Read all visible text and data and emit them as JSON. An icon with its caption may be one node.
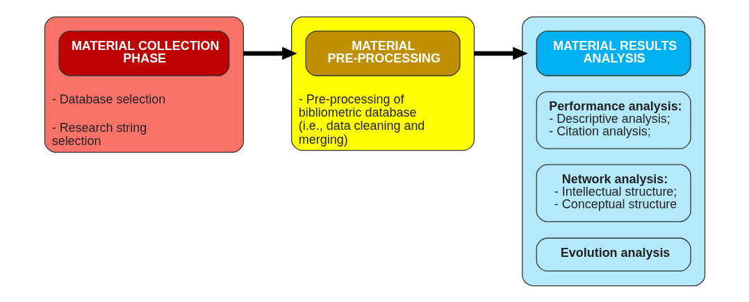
{
  "diagram": {
    "nodes": [
      {
        "text": [
          "- Database selection",
          "- Research string selection"
        ]
      },
      {
        "text": [
          "MATERIAL COLLECTION PHASE"
        ],
        "in": 0
      },
      {
        "text": [
          "- Pre-processing of bibliometric database (i.e., data cleaning and merging)"
        ]
      },
      {
        "text": [
          "MATERIAL PRE-PROCESSING"
        ],
        "in": 2
      },
      {
        "text": [],
        "shape": "box"
      },
      {
        "text": [
          "MATERIAL RESULTS ANALYSIS"
        ],
        "in": 4
      },
      {
        "text": [
          "Performance analysis:",
          "- Descriptive analysis;",
          "- Citation analysis;"
        ],
        "in": 4
      },
      {
        "text": [
          "Network analysis:",
          "- Intellectual structure;",
          "- Conceptual structure"
        ],
        "in": 4
      },
      {
        "text": [
          "Evolution analysis"
        ],
        "in": 4
      }
    ],
    "edges": [
      {
        "from": 0,
        "to": 2,
        "arrow": "to"
      },
      {
        "from": 2,
        "to": 4,
        "arrow": "to"
      }
    ]
  }
}
